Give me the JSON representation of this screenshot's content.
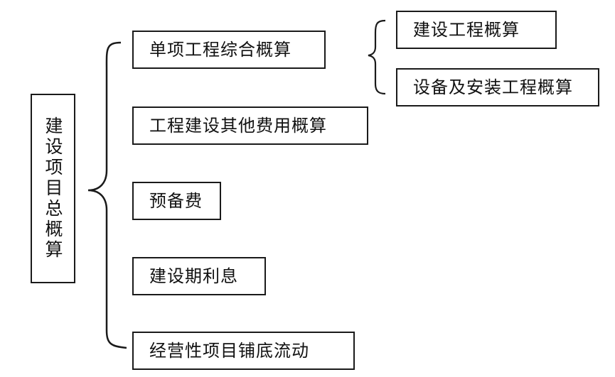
{
  "root": {
    "label": "建设项目总概算"
  },
  "components": [
    {
      "id": "single",
      "label": "单项工程综合概算"
    },
    {
      "id": "other",
      "label": "工程建设其他费用概算"
    },
    {
      "id": "reserve",
      "label": "预备费"
    },
    {
      "id": "interest",
      "label": "建设期利息"
    },
    {
      "id": "working-capital",
      "label": "经营性项目铺底流动"
    }
  ],
  "sub_components": [
    {
      "id": "construction",
      "label": "建设工程概算"
    },
    {
      "id": "equipment",
      "label": "设备及安装工程概算"
    }
  ]
}
